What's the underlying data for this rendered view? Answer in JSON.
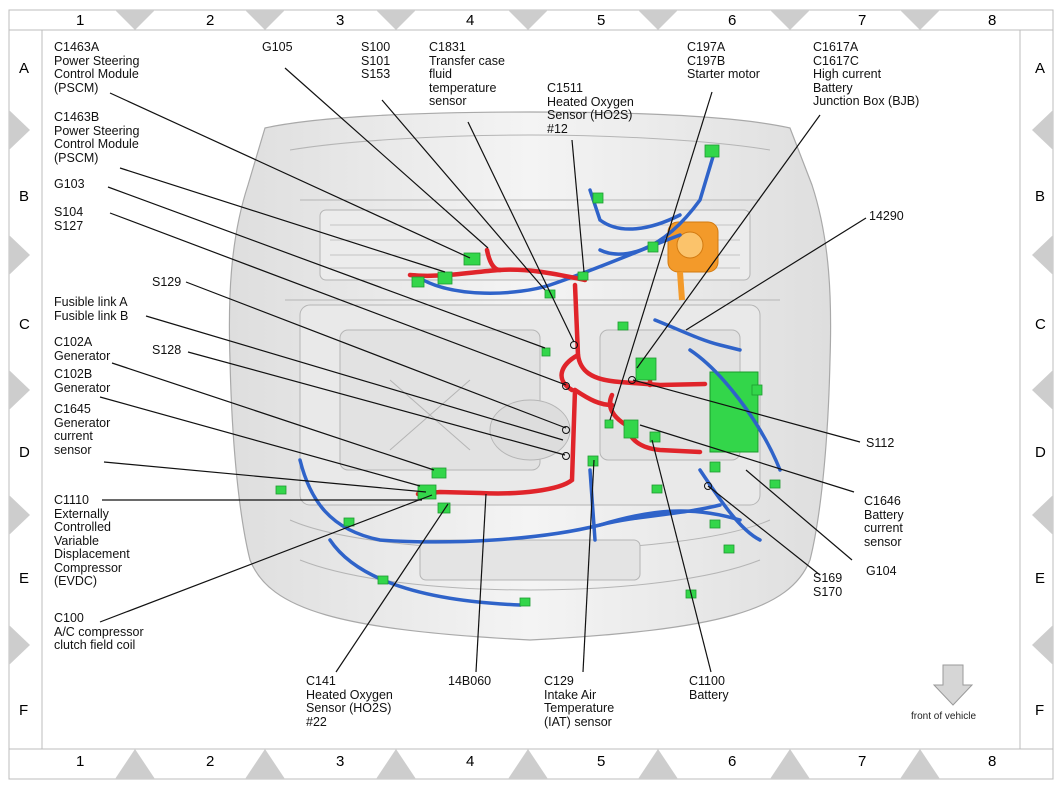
{
  "grid": {
    "columns": [
      "1",
      "2",
      "3",
      "4",
      "5",
      "6",
      "7",
      "8"
    ],
    "rows": [
      "A",
      "B",
      "C",
      "D",
      "E",
      "F"
    ]
  },
  "labels": {
    "c1463a": "C1463A\nPower Steering\nControl Module\n(PSCM)",
    "g105": "G105",
    "s100": "S100\nS101\nS153",
    "c1831": "C1831\nTransfer case\nfluid\ntemperature\nsensor",
    "c1511": "C1511\nHeated Oxygen\nSensor (HO2S)\n#12",
    "c197": "C197A\nC197B\nStarter motor",
    "c1617": "C1617A\nC1617C\nHigh current\nBattery\nJunction Box (BJB)",
    "c1463b": "C1463B\nPower Steering\nControl Module\n(PSCM)",
    "g103": "G103",
    "s104": "S104\nS127",
    "n14290": "14290",
    "s129": "S129",
    "fusible": "Fusible link A\nFusible link B",
    "c102a": "C102A\nGenerator",
    "s128": "S128",
    "c102b": "C102B\nGenerator",
    "c1645": "C1645\nGenerator\ncurrent\nsensor",
    "s112": "S112",
    "c1110": "C1110\nExternally\nControlled\nVariable\nDisplacement\nCompressor\n(EVDC)",
    "c1646": "C1646\nBattery\ncurrent\nsensor",
    "s169": "S169\nS170",
    "g104": "G104",
    "c100": "C100\nA/C compressor\nclutch field coil",
    "c141": "C141\nHeated Oxygen\nSensor (HO2S)\n#22",
    "n14b060": "14B060",
    "c129": "C129\nIntake Air\nTemperature\n(IAT) sensor",
    "c1100": "C1100\nBattery"
  },
  "front_label": "front of vehicle",
  "colors": {
    "harness_red": "#e0242a",
    "harness_blue": "#2f63c9",
    "connector_green": "#33d64a",
    "bjb_orange": "#f39a2a",
    "grid_triangle": "#cfcfcf"
  }
}
